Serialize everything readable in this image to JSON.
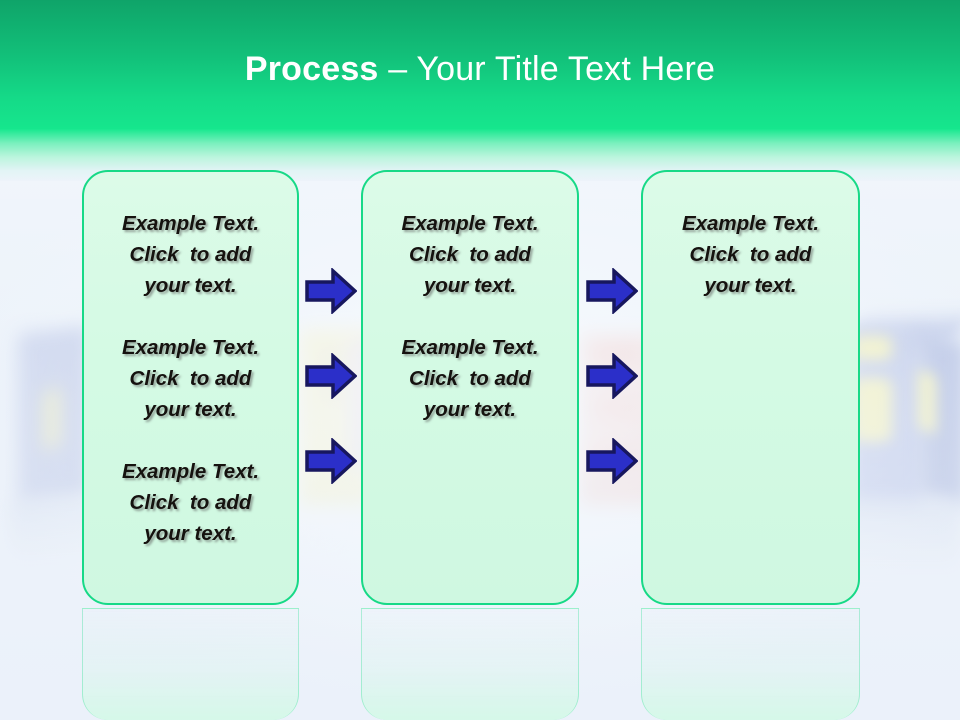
{
  "slide": {
    "title_strong": "Process",
    "title_rest": " – Your Title Text Here",
    "accent_green": "#17d987",
    "header_green_top": "#0fa469",
    "header_green_bottom": "#16e68d",
    "box_fill": "#d4fae4",
    "box_border": "#17d987",
    "arrow_fill": "#2b2fc9",
    "arrow_outline": "#17175e",
    "background_base": "#eef3fa",
    "text_color": "#15120f"
  },
  "boxes": [
    {
      "name": "process-box-1",
      "paragraphs": [
        "Example Text.\nClick  to add\nyour text.",
        "Example Text.\nClick  to add\nyour text.",
        "Example Text.\nClick  to add\nyour text."
      ]
    },
    {
      "name": "process-box-2",
      "paragraphs": [
        "Example Text.\nClick  to add\nyour text.",
        "Example Text.\nClick  to add\nyour text."
      ]
    },
    {
      "name": "process-box-3",
      "paragraphs": [
        "Example Text.\nClick  to add\nyour text."
      ]
    }
  ],
  "arrows": {
    "icon": "arrow-right-icon",
    "columns": 2,
    "rows": 3,
    "count": 6
  }
}
